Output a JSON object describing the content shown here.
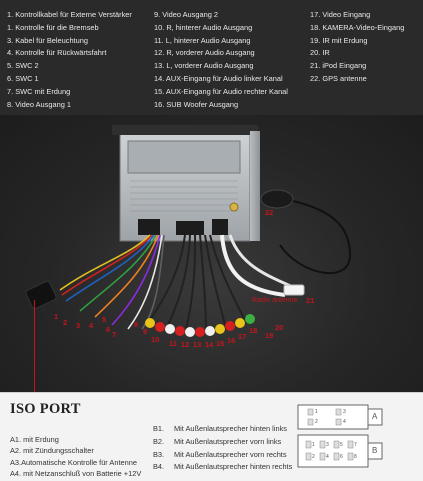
{
  "legend": {
    "col1": [
      "1. Kontrollkabel für Externe Verstärker",
      "1.  Kontrolle für die Bremseb",
      "3. Kabel für Beleuchtung",
      "4. Kontrolle für Rückwärtsfahrt",
      "5. SWC 2",
      "6. SWC 1",
      "7. SWC mit Erdung",
      "8. Video Ausgang 1"
    ],
    "col2": [
      "9. Video Ausgang 2",
      "10. R, hinterer Audio Ausgang",
      "11. L, hinterer Audio Ausgang",
      "12. R, vorderer Audio Ausgang",
      "13. L, vorderer Audio Ausgang",
      "14. AUX-Eingang für Audio linker Kanal",
      "15. AUX-Eingang für Audio rechter Kanal",
      "16. SUB Woofer Ausgang"
    ],
    "col3": [
      "17. Video Eingang",
      "18. KAMERA-Video-Eingang",
      "19. IR mit Erdung",
      "20. IR",
      "21. iPod Eingang",
      "22. GPS antenne"
    ]
  },
  "photo": {
    "radio_antenne": "Radio antenne",
    "callouts": [
      "1",
      "2",
      "3",
      "4",
      "5",
      "6",
      "7",
      "8",
      "9",
      "10",
      "11",
      "12",
      "13",
      "14",
      "15",
      "16",
      "17",
      "18",
      "19",
      "20",
      "21",
      "22"
    ]
  },
  "iso": {
    "title": "ISO PORT",
    "a_items": [
      "A1. mit Erdung",
      "A2. mit Zündungsschalter",
      "A3.Automatische Kontrolle für Antenne",
      "A4. mit Netzanschluß von Batterie +12V"
    ],
    "b_items": [
      {
        "code": "B1.",
        "text": "Mit Außenlautsprecher hinten links"
      },
      {
        "code": "B2.",
        "text": "Mit Außenlautsprecher vorn links"
      },
      {
        "code": "B3.",
        "text": "Mit Außenlautsprecher vorn rechts"
      },
      {
        "code": "B4.",
        "text": "Mit Außenlautsprecher hinten rechts"
      }
    ],
    "connector": {
      "a_label": "A",
      "b_label": "B",
      "a_pins": [
        "1",
        "3",
        "2",
        "4"
      ],
      "b_pins": [
        "1",
        "3",
        "5",
        "7",
        "2",
        "4",
        "6",
        "8"
      ]
    }
  },
  "colors": {
    "accent": "#c4161c",
    "background": "#232323",
    "panel": "#f3f3f3"
  }
}
